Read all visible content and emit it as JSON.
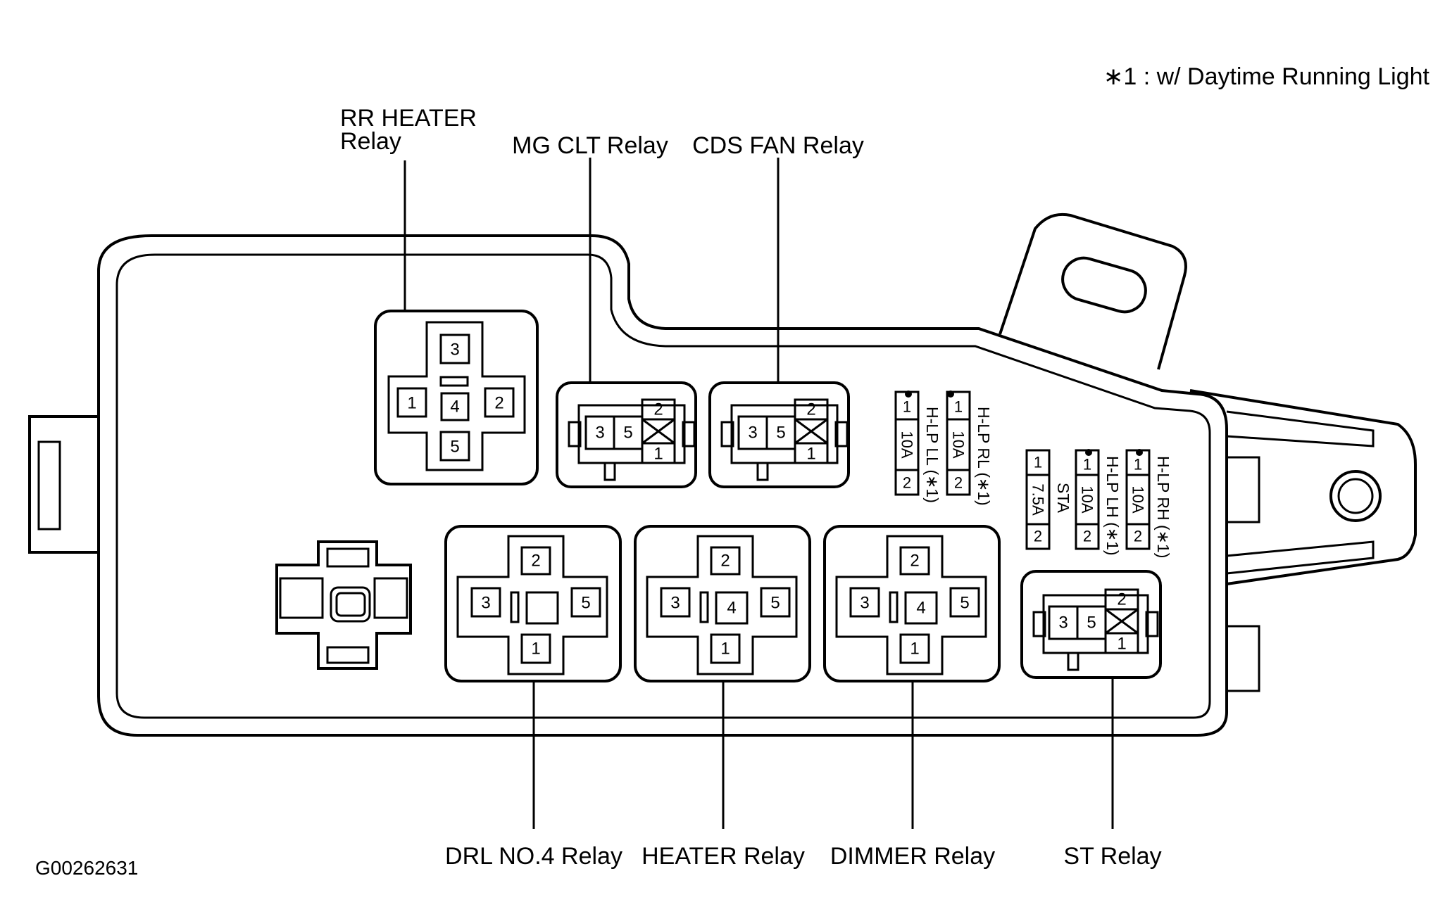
{
  "footnote": "∗1 : w/ Daytime Running Light",
  "figure_id": "G00262631",
  "relay_labels": {
    "rr_heater_line1": "RR HEATER",
    "rr_heater_line2": "Relay",
    "mg_clt": "MG CLT Relay",
    "cds_fan": "CDS FAN Relay",
    "drl_no4": "DRL NO.4 Relay",
    "heater": "HEATER Relay",
    "dimmer": "DIMMER Relay",
    "st": "ST Relay"
  },
  "pins": {
    "p1": "1",
    "p2": "2",
    "p3": "3",
    "p4": "4",
    "p5": "5"
  },
  "fuses": {
    "hlp_rl": {
      "name": "H-LP RL (∗1)",
      "amp": "10A"
    },
    "hlp_ll": {
      "name": "H-LP LL (∗1)",
      "amp": "10A"
    },
    "sta": {
      "name": "STA",
      "amp": "7.5A"
    },
    "hlp_lh": {
      "name": "H-LP LH (∗1)",
      "amp": "10A"
    },
    "hlp_rh": {
      "name": "H-LP RH (∗1)",
      "amp": "10A"
    }
  }
}
